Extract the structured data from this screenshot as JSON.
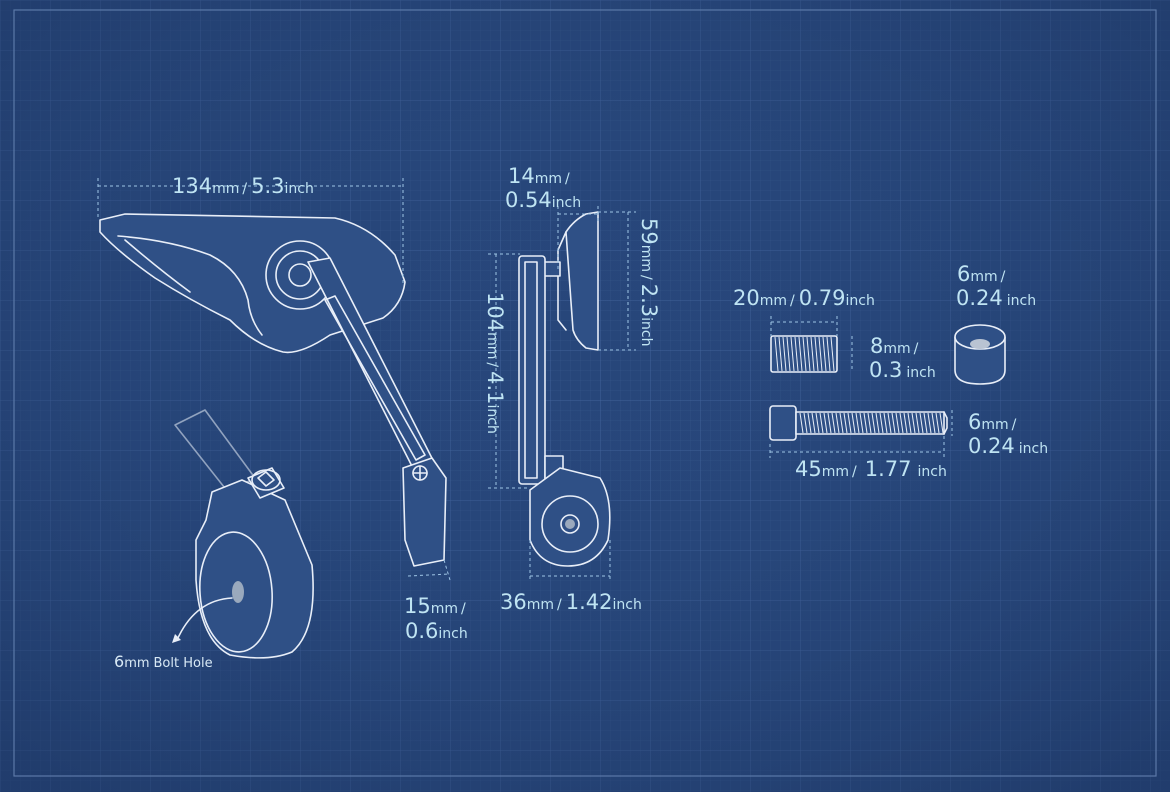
{
  "colors": {
    "background": "#27467a",
    "line": "#e8eef8",
    "dimension": "#9fc6e6",
    "label": "#bfe4f3"
  },
  "dimensions": {
    "mirror_width": {
      "value": "134",
      "unit": "mm",
      "sep": "/",
      "value2": "5.3",
      "unit2": "inch"
    },
    "stem_depth": {
      "value": "14",
      "unit": "mm",
      "sep": "/",
      "value2": "0.54",
      "unit2": "inch"
    },
    "mirror_height": {
      "value": "59",
      "unit": "mm",
      "sep": "/",
      "value2": "2.3",
      "unit2": "inch"
    },
    "arm_length": {
      "value": "104",
      "unit": "mm",
      "sep": "/",
      "value2": "4.1",
      "unit2": "inch"
    },
    "clamp_width": {
      "value": "15",
      "unit": "mm",
      "sep": "/",
      "value2": "0.6",
      "unit2": "inch"
    },
    "clamp_diameter": {
      "value": "36",
      "unit": "mm",
      "sep": "/",
      "value2": "1.42",
      "unit2": "inch"
    },
    "grub_length": {
      "value": "20",
      "unit": "mm",
      "sep": "/",
      "value2": "0.79",
      "unit2": "inch"
    },
    "grub_diameter": {
      "value": "8",
      "unit": "mm",
      "sep": "/",
      "value2": "0.3",
      "unit2": "inch"
    },
    "spacer_height": {
      "value": "6",
      "unit": "mm",
      "sep": "/",
      "value2": "0.24",
      "unit2": "inch"
    },
    "bolt_diameter": {
      "value": "6",
      "unit": "mm",
      "sep": "/",
      "value2": "0.24",
      "unit2": "inch"
    },
    "bolt_length": {
      "value": "45",
      "unit": "mm",
      "sep": "/",
      "value2": "1.77",
      "unit2": "inch"
    }
  },
  "callout": {
    "value": "6",
    "unit": "mm",
    "text": "Bolt Hole"
  }
}
